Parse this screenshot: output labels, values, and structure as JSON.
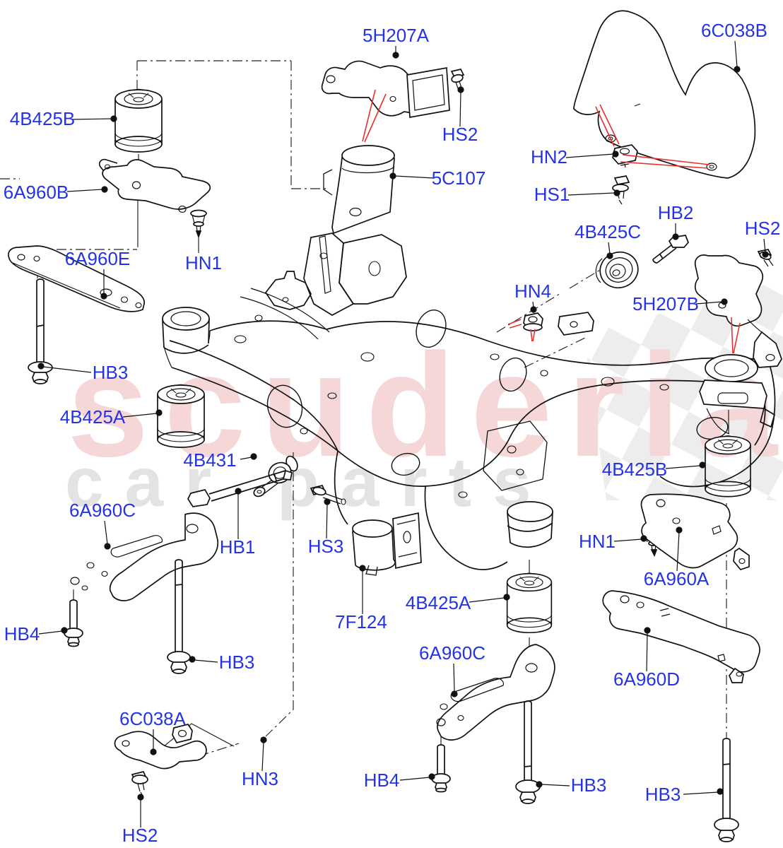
{
  "diagram_title": "Rear subframe / crossmember exploded parts diagram",
  "colors": {
    "label_blue": "#2433e6",
    "line_black": "#111111",
    "arrow_red": "#e93030",
    "watermark_pink": "#f5d7d7",
    "watermark_gray": "#e3e3e3",
    "checker_gray": "#ededed"
  },
  "watermark": {
    "line1": "scuderia",
    "line2_left": "car",
    "line2_right": "parts"
  },
  "labels": [
    {
      "id": "4b425b-top-left",
      "text": "4B425B"
    },
    {
      "id": "6a960b",
      "text": "6A960B"
    },
    {
      "id": "6a960e",
      "text": "6A960E"
    },
    {
      "id": "hn1-top-left",
      "text": "HN1"
    },
    {
      "id": "5h207a",
      "text": "5H207A"
    },
    {
      "id": "hs2-top",
      "text": "HS2"
    },
    {
      "id": "5c107",
      "text": "5C107"
    },
    {
      "id": "6c038b",
      "text": "6C038B"
    },
    {
      "id": "hn2",
      "text": "HN2"
    },
    {
      "id": "hs1",
      "text": "HS1"
    },
    {
      "id": "hb2",
      "text": "HB2"
    },
    {
      "id": "4b425c",
      "text": "4B425C"
    },
    {
      "id": "hs2-right",
      "text": "HS2"
    },
    {
      "id": "hn4",
      "text": "HN4"
    },
    {
      "id": "5h207b",
      "text": "5H207B"
    },
    {
      "id": "hb3-left",
      "text": "HB3"
    },
    {
      "id": "4b425a-left",
      "text": "4B425A"
    },
    {
      "id": "4b431",
      "text": "4B431"
    },
    {
      "id": "6a960c-left",
      "text": "6A960C"
    },
    {
      "id": "hb1",
      "text": "HB1"
    },
    {
      "id": "hs3",
      "text": "HS3"
    },
    {
      "id": "7f124",
      "text": "7F124"
    },
    {
      "id": "hb3-center-left",
      "text": "HB3"
    },
    {
      "id": "4b425a-center",
      "text": "4B425A"
    },
    {
      "id": "hn1-right",
      "text": "HN1"
    },
    {
      "id": "4b425b-right",
      "text": "4B425B"
    },
    {
      "id": "6a960a",
      "text": "6A960A"
    },
    {
      "id": "6a960c-center",
      "text": "6A960C"
    },
    {
      "id": "6a960d",
      "text": "6A960D"
    },
    {
      "id": "6c038a",
      "text": "6C038A"
    },
    {
      "id": "hn3",
      "text": "HN3"
    },
    {
      "id": "hs2-bottom",
      "text": "HS2"
    },
    {
      "id": "hb4-left",
      "text": "HB4"
    },
    {
      "id": "hb4-center",
      "text": "HB4"
    },
    {
      "id": "hb3-center",
      "text": "HB3"
    },
    {
      "id": "hb3-right",
      "text": "HB3"
    }
  ]
}
